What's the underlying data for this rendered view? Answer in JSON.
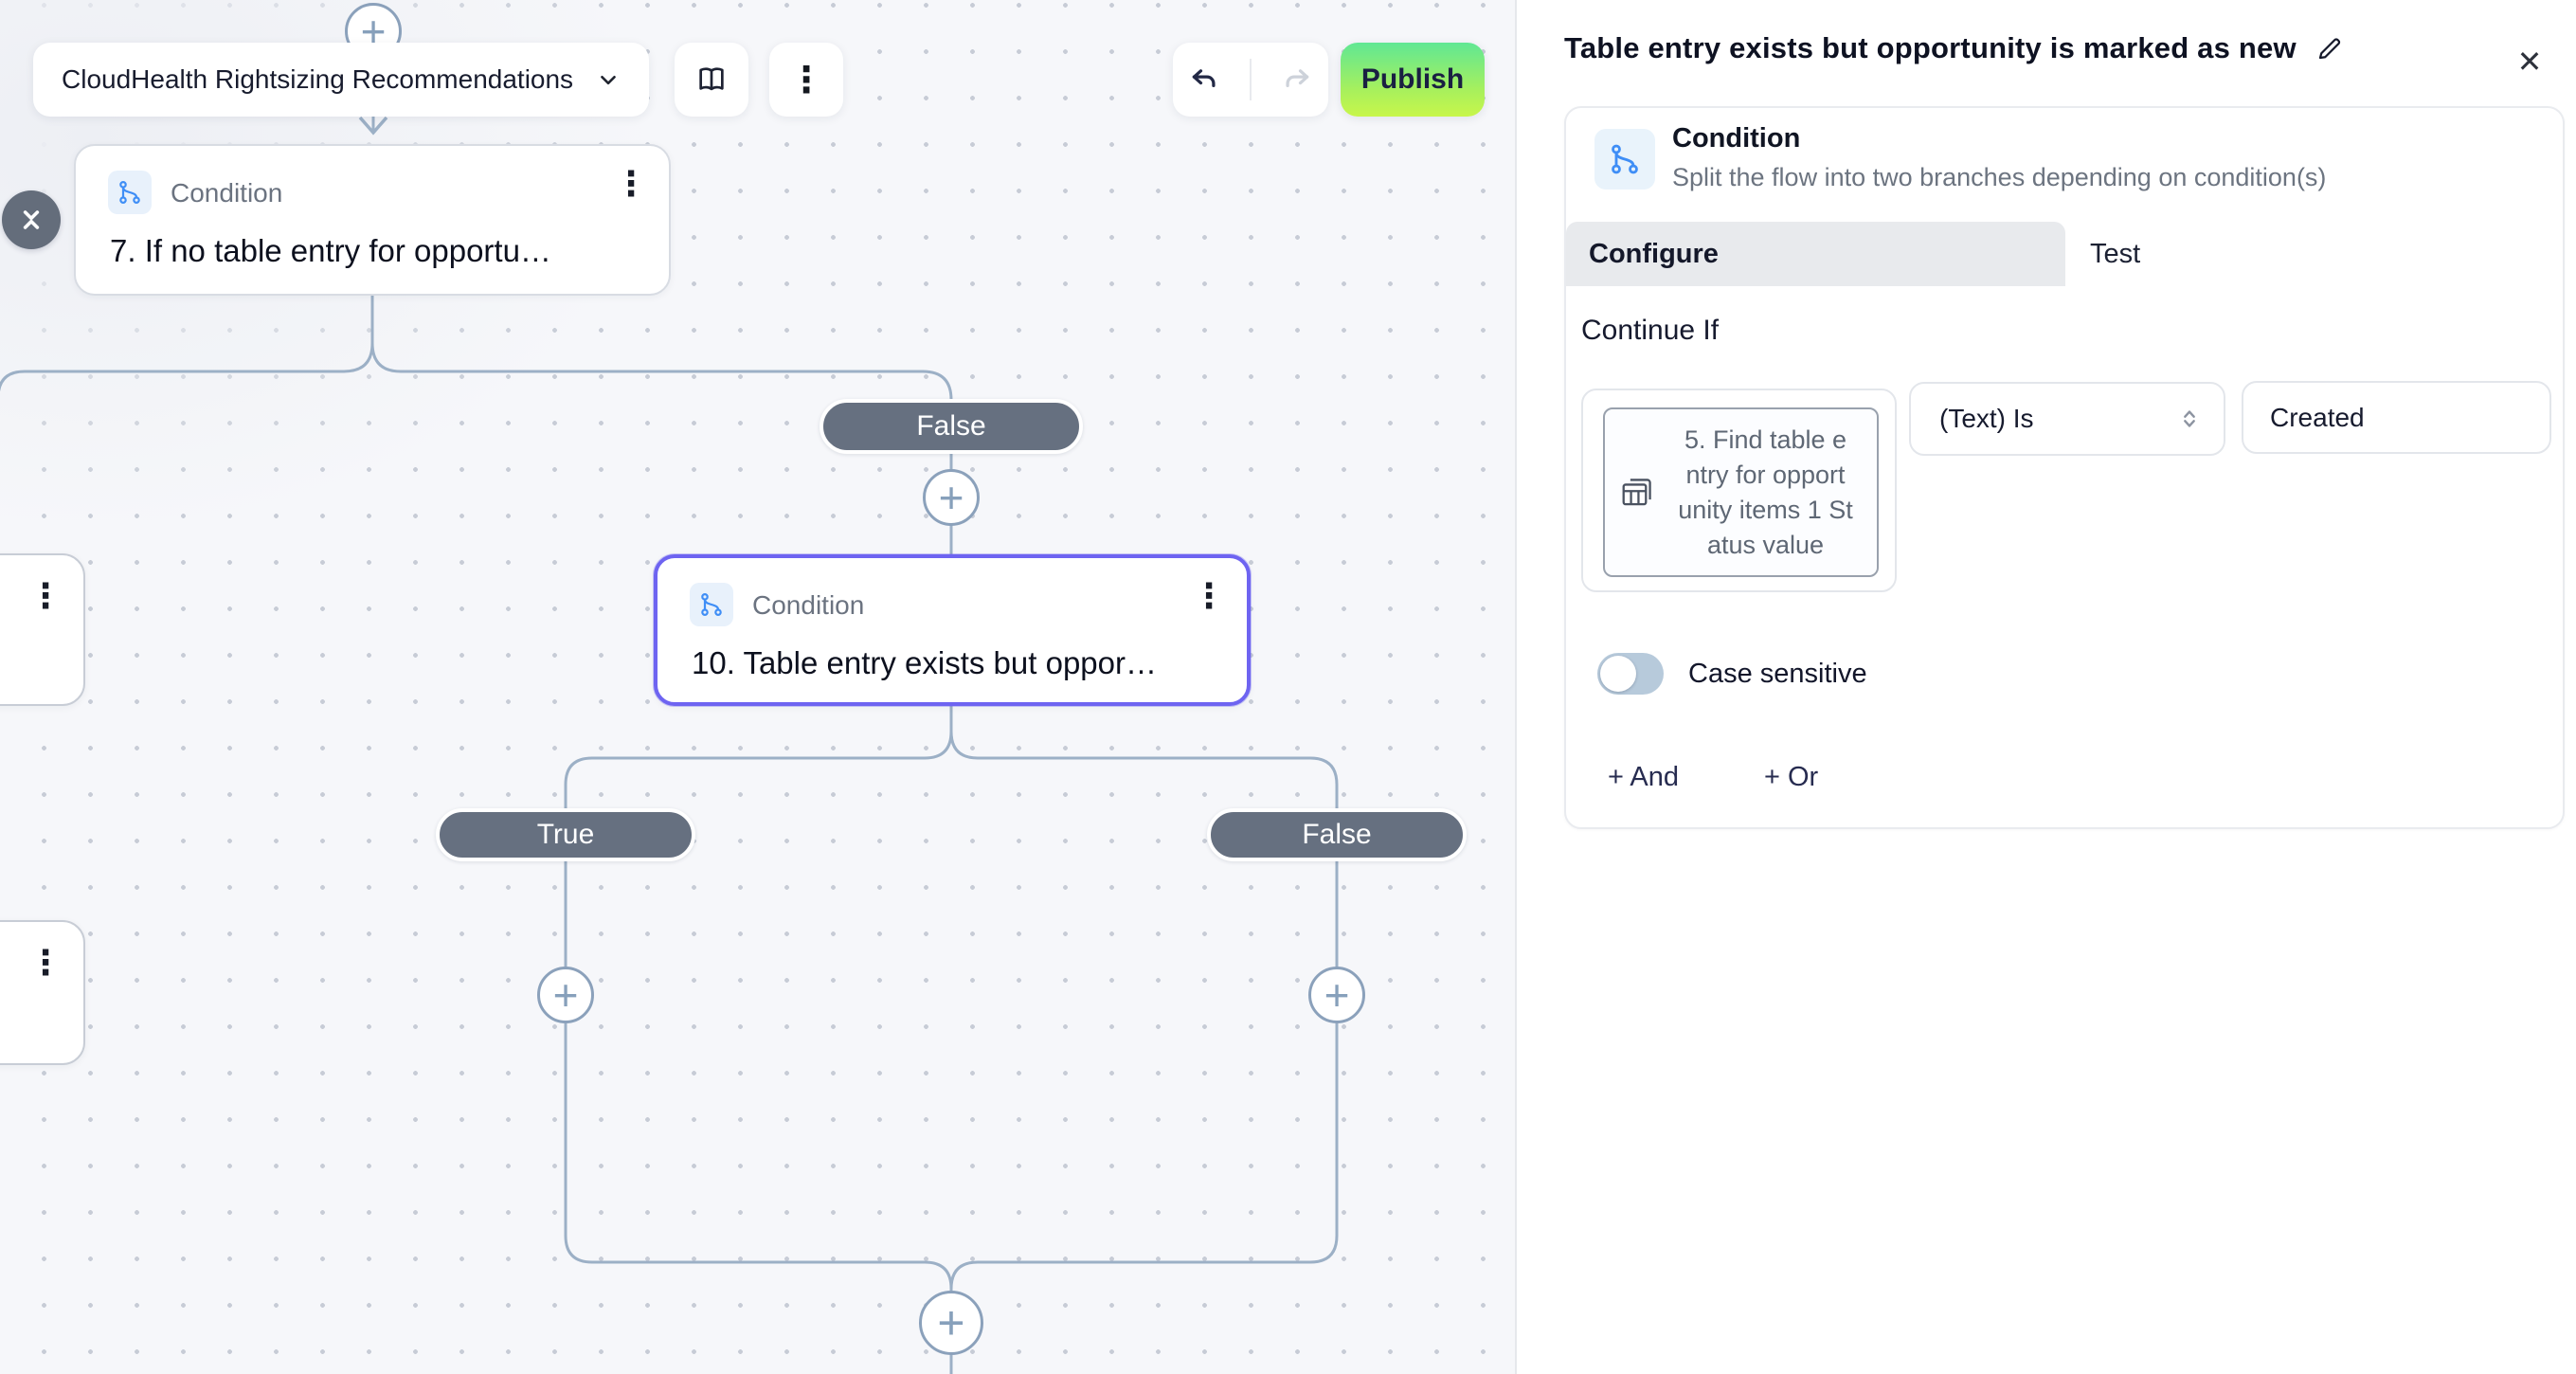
{
  "toolbar": {
    "flow_name": "CloudHealth Rightsizing Recommendations",
    "publish_label": "Publish"
  },
  "canvas": {
    "nodes": [
      {
        "type_label": "Condition",
        "title": "7. If no table entry for opportu…"
      },
      {
        "type_label": "Condition",
        "title": "10. Table entry exists but oppor…"
      }
    ],
    "pills": {
      "false_top": "False",
      "true_left": "True",
      "false_right": "False"
    }
  },
  "panel": {
    "title": "Table entry exists but opportunity is marked as new",
    "block": {
      "name": "Condition",
      "description": "Split the flow into two branches depending on condition(s)"
    },
    "tabs": {
      "configure": "Configure",
      "test": "Test"
    },
    "section_heading": "Continue If",
    "condition": {
      "left_chip_lines": [
        "5. Find table e",
        "ntry for opport",
        "unity items 1 St",
        "atus value"
      ],
      "operator": "(Text) Is",
      "value": "Created"
    },
    "case_sensitive_label": "Case sensitive",
    "and_label": "+ And",
    "or_label": "+ Or"
  },
  "icons": {
    "kebab": "⋮",
    "plus": "+",
    "close": "✕"
  },
  "colors": {
    "accent_selected": "#6e64f1",
    "connector": "#9cb0c6",
    "pill_bg": "#667080",
    "icon_blue": "#3f8ef6",
    "publish_top": "#60e794",
    "publish_bottom": "#c8f64a"
  }
}
